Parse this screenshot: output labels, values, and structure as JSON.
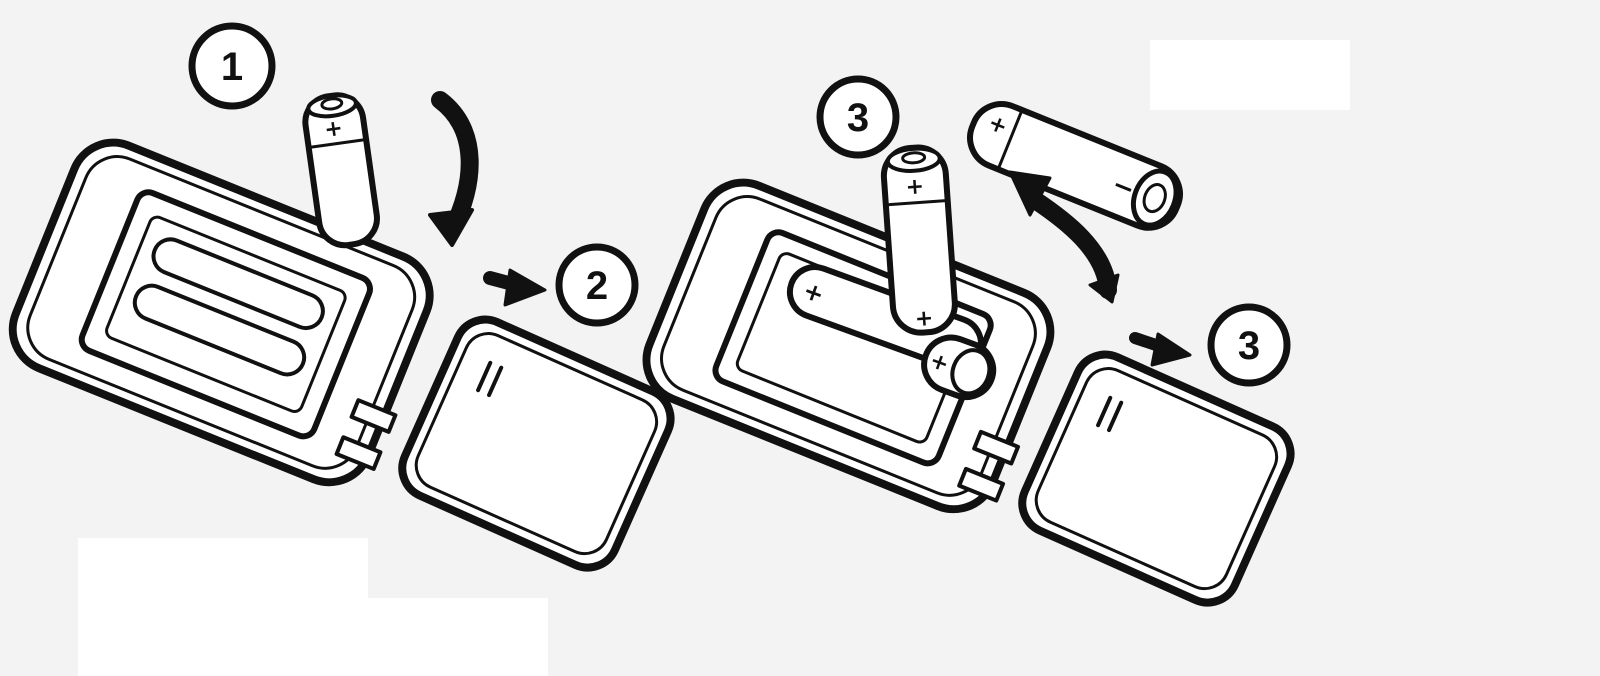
{
  "steps": {
    "open_marker": "1",
    "slide_marker": "2",
    "insert_marker_left": "3",
    "insert_marker_right": "3"
  },
  "battery_marks": {
    "plus": "+",
    "minus": "−"
  },
  "colors": {
    "background": "#f3f3f3",
    "ink": "#111111",
    "paper": "#ffffff"
  },
  "icons": {
    "step-1": "numbered-circle",
    "step-2": "numbered-circle",
    "step-3": "numbered-circle",
    "direction": "arrow"
  }
}
